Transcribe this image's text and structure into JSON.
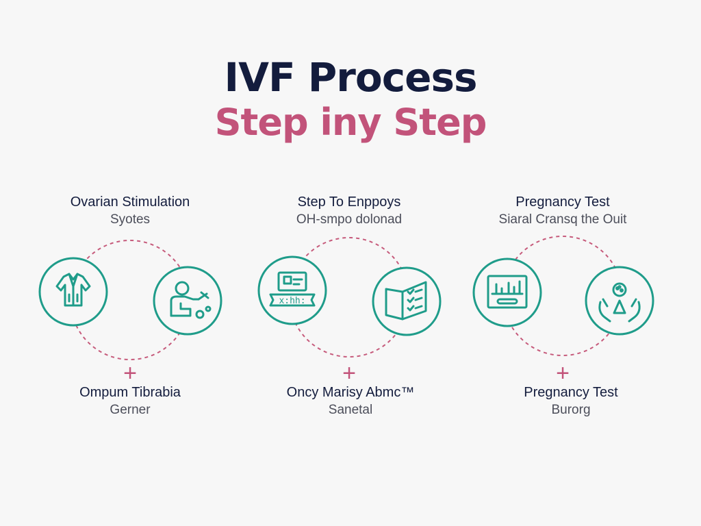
{
  "title": "IVF Process",
  "subtitle": "Step iny Step",
  "colors": {
    "navy": "#131c3d",
    "rose": "#c2537a",
    "teal": "#1f9c8a",
    "dashed": "#c65a7b"
  },
  "groups": [
    {
      "top_label": "Ovarian Stimulation",
      "top_sub": "Syotes",
      "bottom_label": "Ompum Tibrabia",
      "bottom_sub": "Gerner",
      "left_icon": "bodysuit-icon",
      "right_icon": "patient-injection-icon"
    },
    {
      "top_label": "Step To Enppoys",
      "top_sub": "OH-smpo dolonad",
      "bottom_label": "Oncy Marisy Abmc™",
      "bottom_sub": "Sanetal",
      "left_icon": "lab-monitor-icon",
      "right_icon": "checklist-book-icon"
    },
    {
      "top_label": "Pregnancy Test",
      "top_sub": "Siaral Cransq the Ouit",
      "bottom_label": "Pregnancy Test",
      "bottom_sub": "Burorg",
      "left_icon": "test-chart-icon",
      "right_icon": "embryo-hands-icon"
    }
  ],
  "connector_symbol": "+"
}
